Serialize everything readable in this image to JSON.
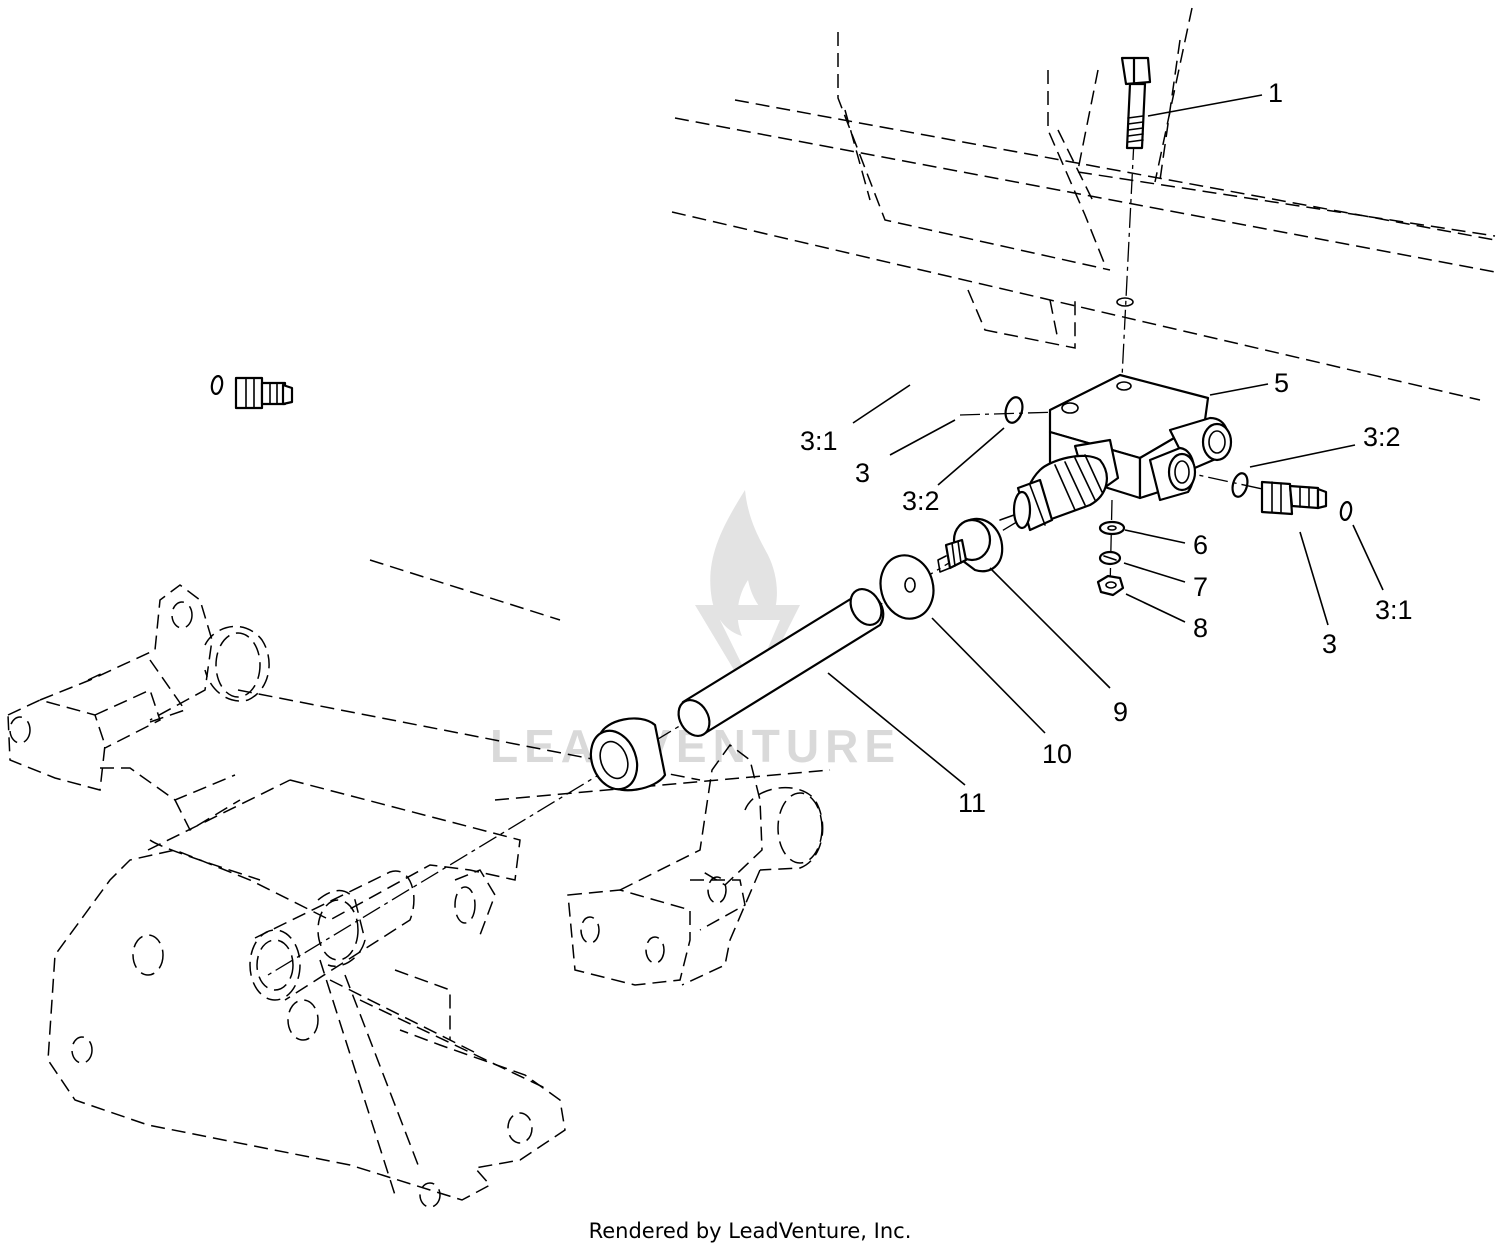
{
  "callouts": {
    "c1": "1",
    "c5": "5",
    "c3_1_left": "3:1",
    "c3_left": "3",
    "c3_2_left": "3:2",
    "c3_2_right": "3:2",
    "c3_right": "3",
    "c3_1_right": "3:1",
    "c6": "6",
    "c7": "7",
    "c8": "8",
    "c9": "9",
    "c10": "10",
    "c11": "11"
  },
  "watermark": {
    "text": "LEADVENTURE",
    "logo_icon": "leadventure-flame-logo"
  },
  "footer": {
    "credit": "Rendered by LeadVenture, Inc."
  }
}
